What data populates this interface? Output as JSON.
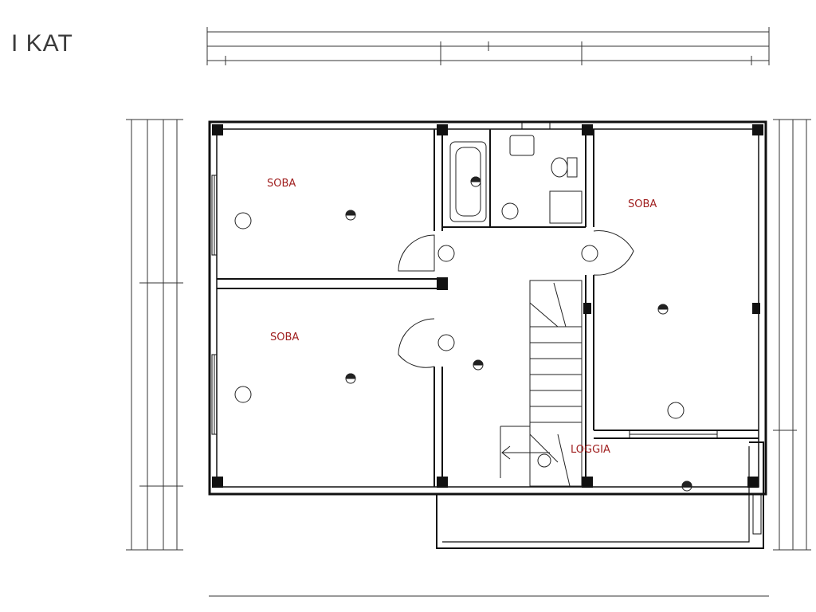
{
  "floor_title": "I KAT",
  "rooms": [
    {
      "id": "soba-top-left",
      "label": "SOBA"
    },
    {
      "id": "soba-right",
      "label": "SOBA"
    },
    {
      "id": "soba-bottom-left",
      "label": "SOBA"
    },
    {
      "id": "loggia",
      "label": "LOGGIA"
    }
  ],
  "colors": {
    "room_label": "#a02020",
    "wall": "#111111",
    "line": "#333333"
  }
}
